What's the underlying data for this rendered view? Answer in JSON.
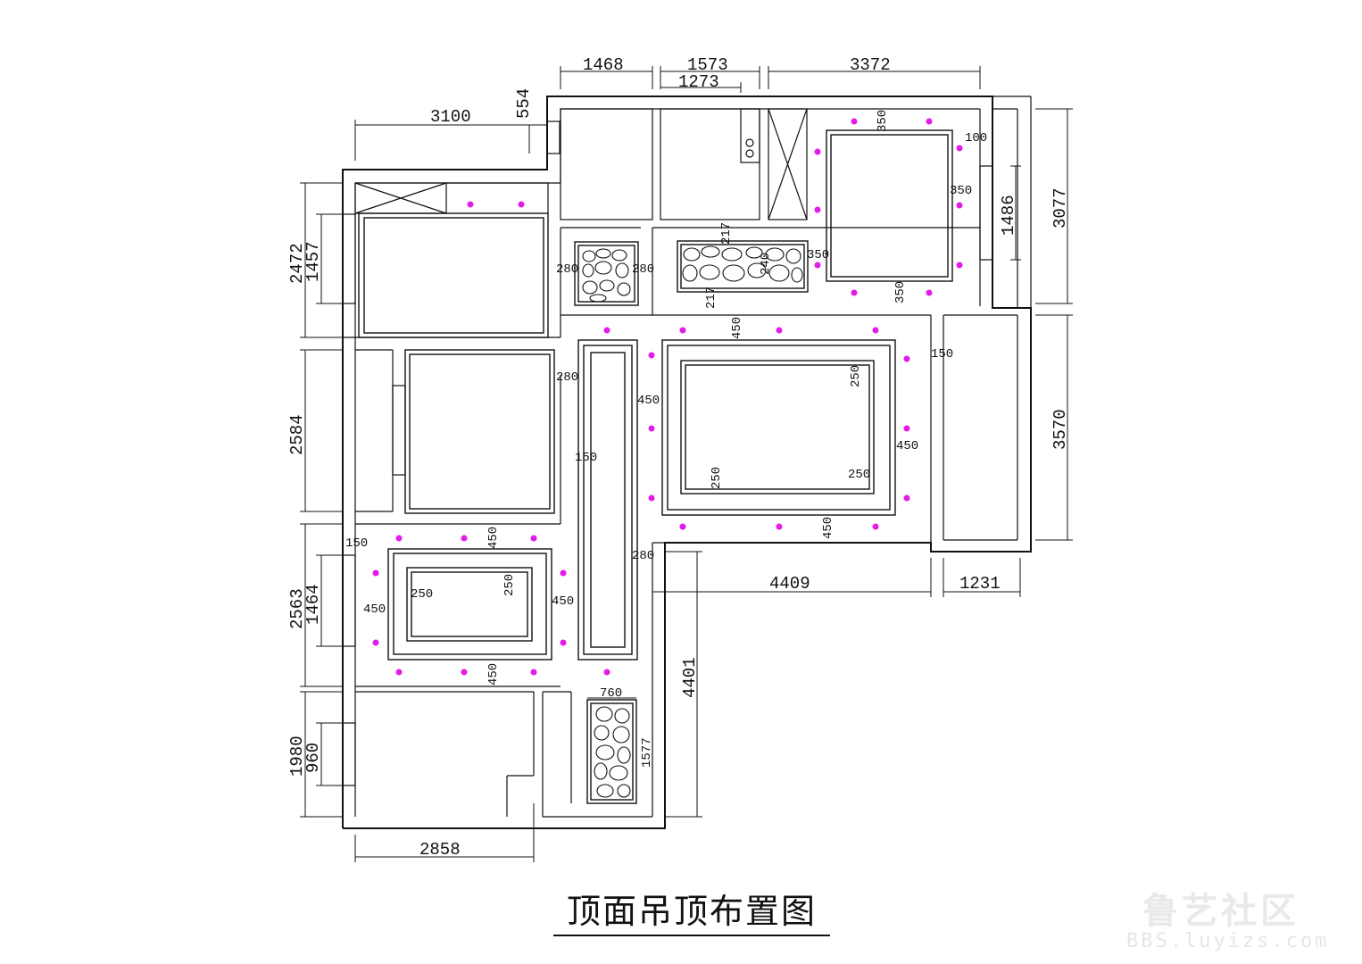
{
  "title": "顶面吊顶布置图",
  "watermark": {
    "logo_text": "鲁艺社区",
    "url": "BBS.luyizs.com"
  },
  "colors": {
    "line": "#111111",
    "light_point": "#e31be8",
    "background": "#ffffff"
  },
  "dimensions": {
    "top_1468": "1468",
    "top_1573": "1573",
    "top_1273": "1273",
    "top_3372": "3372",
    "top_3100": "3100",
    "top_554": "554",
    "left_2472": "2472",
    "left_1457": "1457",
    "left_2584": "2584",
    "left_2563": "2563",
    "left_1464": "1464",
    "left_1980": "1980",
    "left_960": "960",
    "bottom_2858": "2858",
    "right_3077": "3077",
    "right_1486": "1486",
    "right_3570": "3570",
    "mid_4409": "4409",
    "mid_1231": "1231",
    "mid_4401": "4401",
    "mid_760": "760",
    "mid_1577": "1577"
  },
  "annotations": {
    "a350_top": "350",
    "a100": "100",
    "a350_side": "350",
    "a350_mid": "350",
    "a350_bottom": "350",
    "a280_left": "280",
    "a280_right": "280",
    "a217_top": "217",
    "a217_bottom": "217",
    "a240": "240",
    "a450_living_top": "450",
    "a150_right": "150",
    "a280_mid": "280",
    "a250_inner_top": "250",
    "a450_living_left": "450",
    "a450_living_right": "450",
    "a150_corridor": "150",
    "a250_inner_left": "250",
    "a250_inner_right": "250",
    "a450_living_bottom": "450",
    "a150_dining": "150",
    "a450_dining_top": "450",
    "a280_corridor_bottom": "280",
    "a250_dining_inner_left": "250",
    "a250_dining_inner_top": "250",
    "a450_dining_left": "450",
    "a450_dining_right": "450",
    "a450_dining_bottom": "450"
  }
}
